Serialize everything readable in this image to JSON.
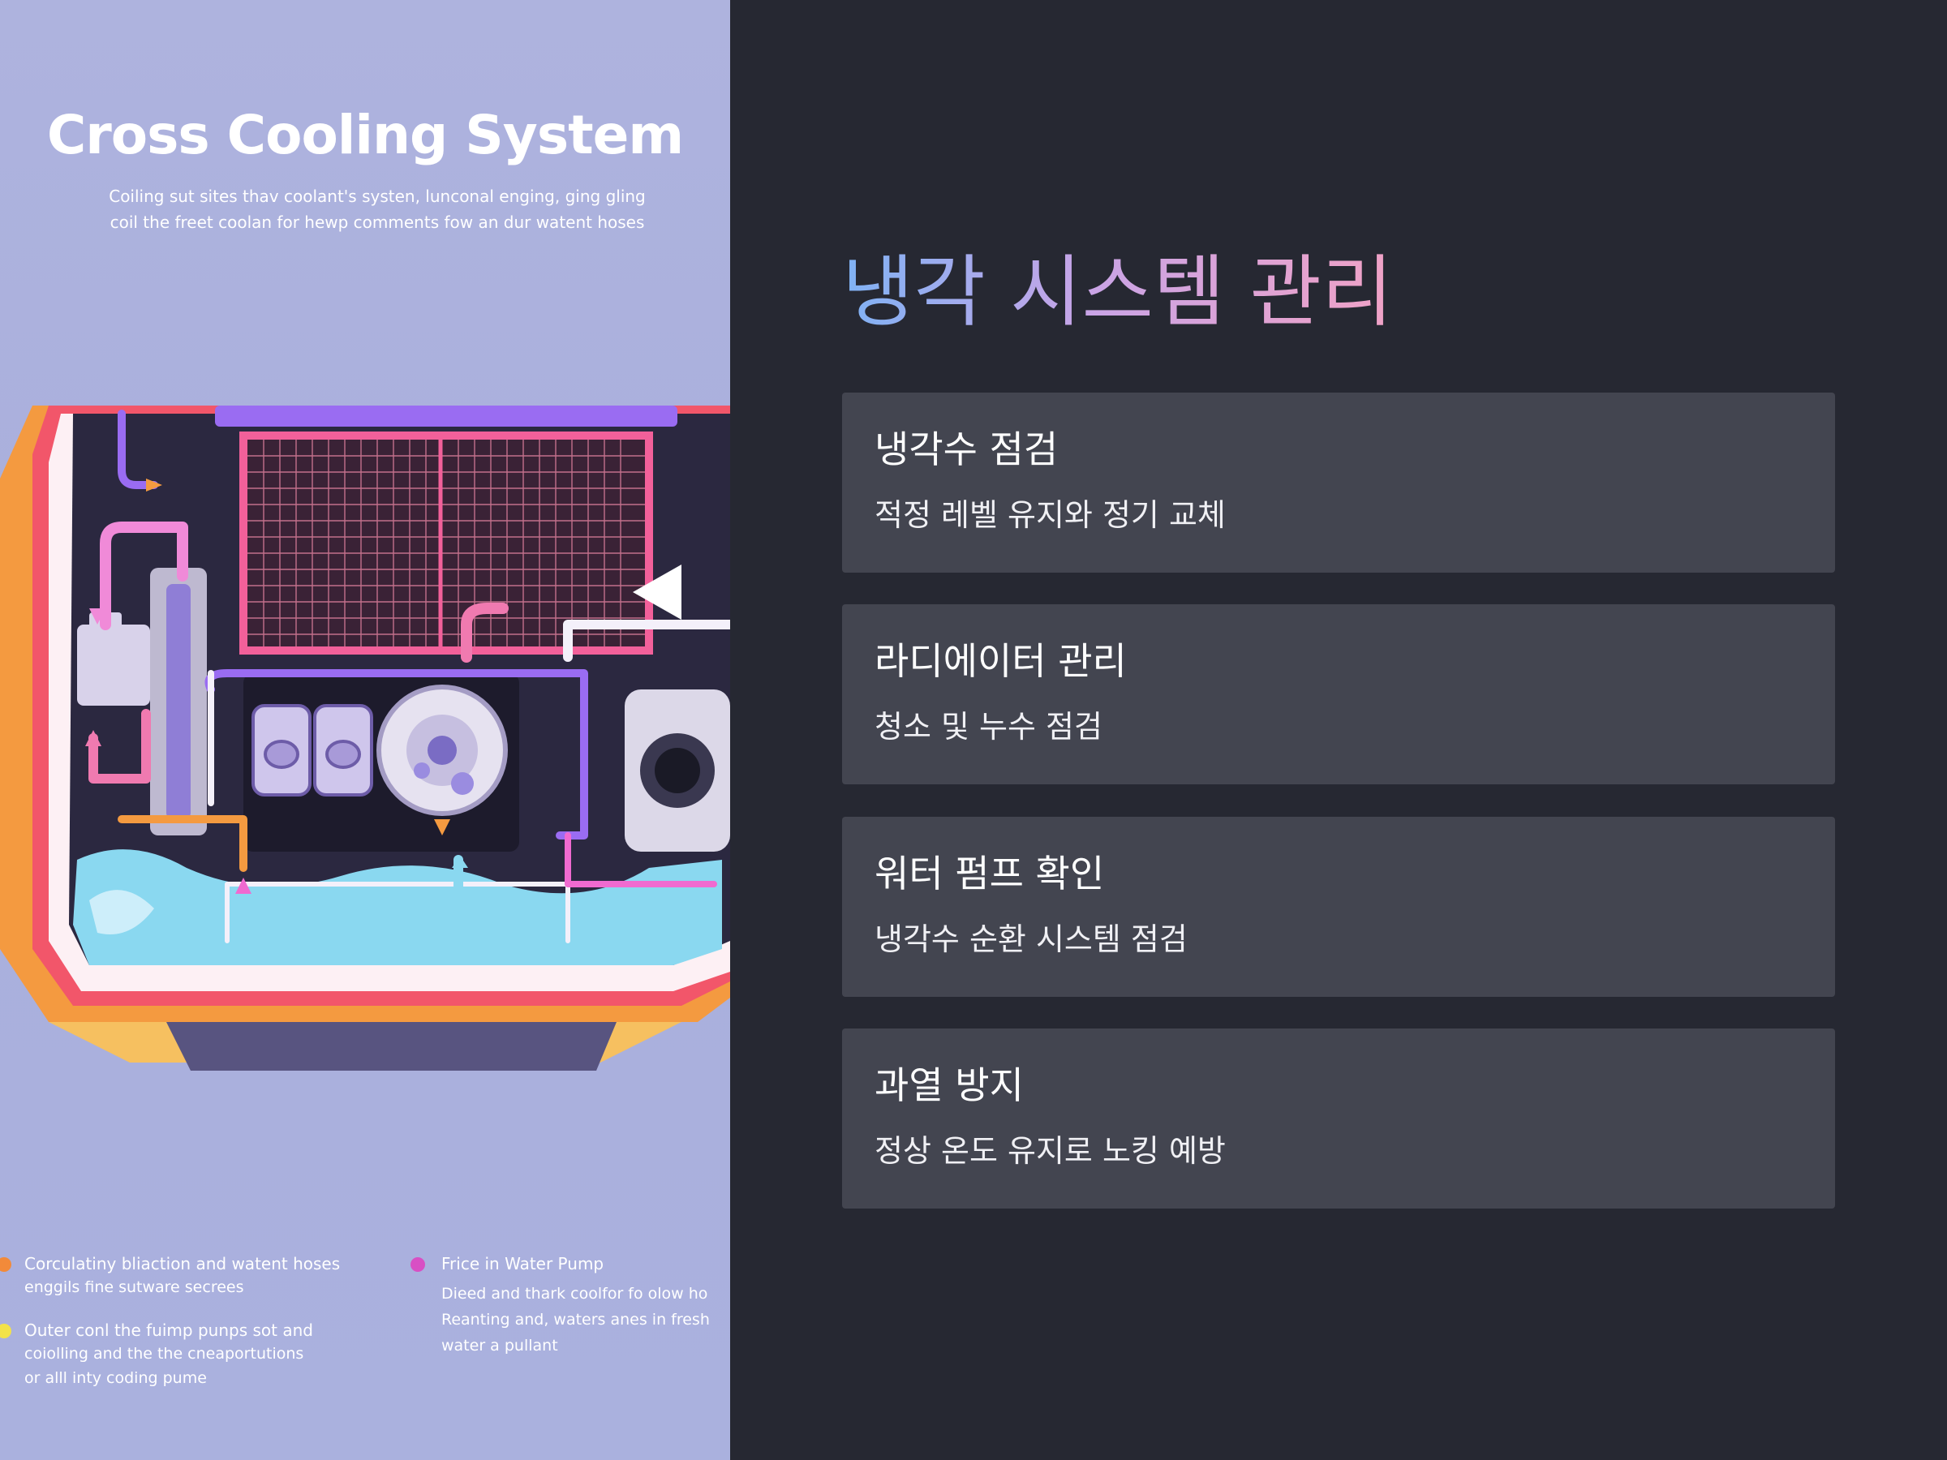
{
  "poster": {
    "title": "Cross Cooling System",
    "subtitle_lines": [
      "Coiling sut sites thav coolant's systen, lunconal enging, ging gling",
      "coil the freet coolan for hewp comments fow an dur watent hoses"
    ],
    "legend": [
      {
        "color": "#f28a3a",
        "heading": "Corculatiny bliaction and watent hoses",
        "lines": [
          "enggils fine sutware secrees"
        ]
      },
      {
        "color": "#f2e24a",
        "heading": "Outer conl the fuimp punps sot and",
        "lines": [
          "coiolling and the the cneaportutions",
          "or alll inty coding pume"
        ]
      },
      {
        "color": "#d84fc4",
        "heading": "Frice in Water Pump",
        "lines": [
          "Dieed and thark coolfor fo olow ho",
          "Reanting and, waters anes in fresh",
          "water a pullant"
        ]
      }
    ],
    "colors": {
      "background": "#aeb3de",
      "engine_bay": "#2b2840",
      "hood_orange": "#f6a84c",
      "hood_red": "#f2566a",
      "radiator_frame": "#f2609a",
      "pipe_purple": "#9a6cf2",
      "pipe_pink": "#f08ad8",
      "coolant_blue": "#8ad8f0"
    }
  },
  "main": {
    "title": "냉각 시스템 관리",
    "cards": [
      {
        "title": "냉각수 점검",
        "description": "적정 레벨 유지와 정기 교체"
      },
      {
        "title": "라디에이터 관리",
        "description": "청소 및 누수 점검"
      },
      {
        "title": "워터 펌프 확인",
        "description": "냉각수 순환 시스템 점검"
      },
      {
        "title": "과열 방지",
        "description": "정상 온도 유지로 노킹 예방"
      }
    ],
    "colors": {
      "background": "#262832",
      "card": "#434550",
      "title_gradient": [
        "#7fb2f4",
        "#c9a4e6",
        "#f0a2c6"
      ]
    }
  }
}
